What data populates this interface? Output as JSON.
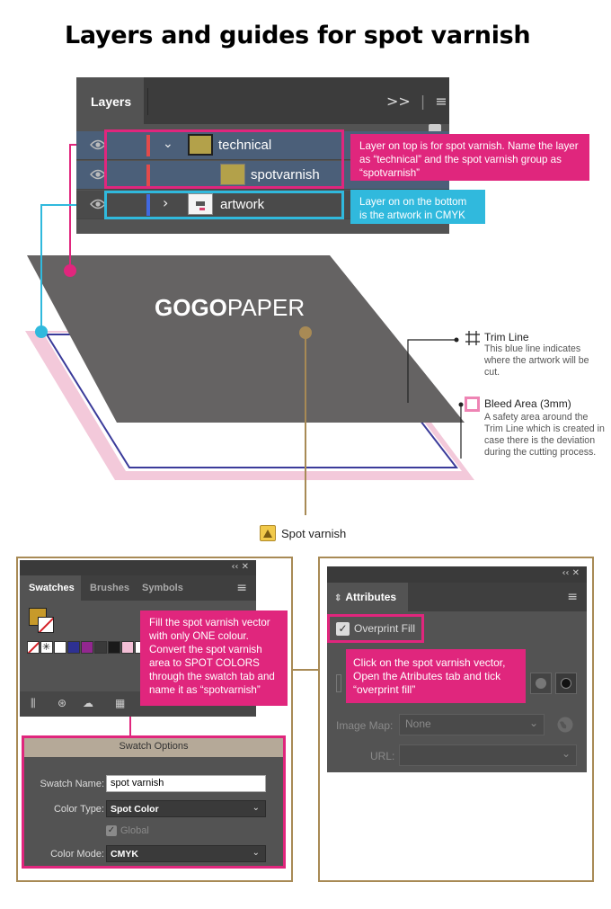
{
  "title": "Layers and guides for spot varnish",
  "layers_panel": {
    "tab_label": "Layers",
    "expand_icon": ">>",
    "menu_icon": "≡",
    "rows": [
      {
        "label": "technical",
        "color_bar": "#e24b4b",
        "chevron": "⌄",
        "thumb": "#b3a14a"
      },
      {
        "label": "spotvarnish",
        "color_bar": "#e24b4b",
        "thumb": "#b3a14a"
      },
      {
        "label": "artwork",
        "color_bar": "#4169e1",
        "chevron": "›"
      }
    ]
  },
  "callouts": {
    "technical": "Layer on top is for spot varnish. Name the layer as “technical” and the spot varnish group as “spotvarnish”",
    "artwork": "Layer on on the bottom is the artwork in CMYK",
    "swatch": "Fill the spot varnish vector with only ONE colour. Convert the spot varnish area to SPOT COLORS through the swatch tab and name it as “spotvarnish”",
    "attributes": "Click on the spot varnish vector, Open the Atributes tab and tick “overprint fill”"
  },
  "paper": {
    "logo_bold": "GOGO",
    "logo_light": "PAPER"
  },
  "trim_line": {
    "title": "Trim Line",
    "description": "This blue line indicates where the artwork will be cut.",
    "color": "#3b3b9a"
  },
  "bleed_area": {
    "title": "Bleed Area (3mm)",
    "description": "A safety area around the Trim Line which is created in case there is the deviation during the cutting process.",
    "color": "#f3bfd6"
  },
  "spot_varnish_label": "Spot varnish",
  "swatches_panel": {
    "top_icons": "‹‹ ✕",
    "tabs": [
      "Swatches",
      "Brushes",
      "Symbols"
    ],
    "menu_icon": "≡",
    "colors": [
      "#ffffff",
      "#1a1a1a",
      "#d41f26",
      "#00a651",
      "#2e3192",
      "#92278f",
      "#3a3a3a",
      "#666666",
      "#f3bfd6",
      "#ffffff",
      "#c79a2a"
    ]
  },
  "swatch_options": {
    "header": "Swatch Options",
    "name_label": "Swatch Name:",
    "name_value": "spot varnish",
    "type_label": "Color Type:",
    "type_value": "Spot Color",
    "global_label": "Global",
    "mode_label": "Color Mode:",
    "mode_value": "CMYK"
  },
  "attributes_panel": {
    "top_icons": "‹‹ ✕",
    "tab_label": "Attributes",
    "menu_icon": "≡",
    "overprint_label": "Overprint Fill",
    "image_map_label": "Image Map:",
    "image_map_value": "None",
    "url_label": "URL:"
  },
  "accent_colors": {
    "pink": "#e0267d",
    "cyan": "#30b9dd",
    "gold": "#a88a55"
  }
}
